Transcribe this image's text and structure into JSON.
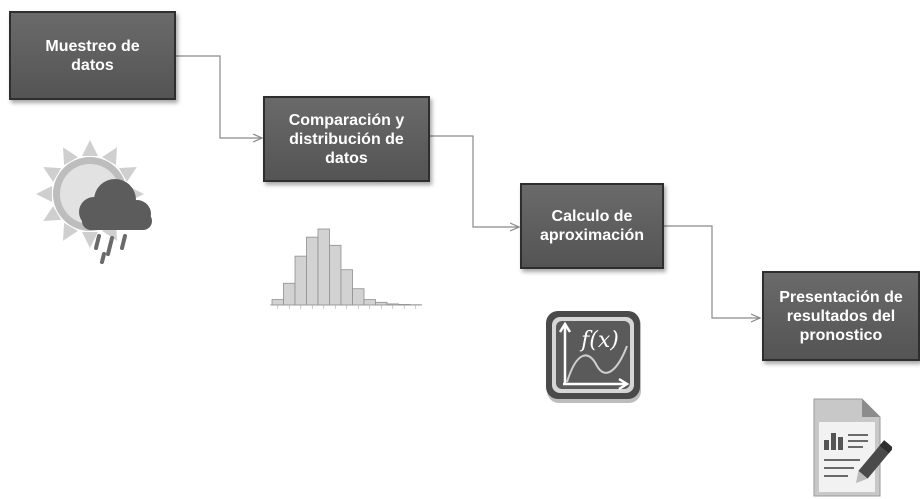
{
  "steps": [
    {
      "label": "Muestreo de\ndatos"
    },
    {
      "label": "Comparación y\ndistribución de\ndatos"
    },
    {
      "label": "Calculo de\naproximación"
    },
    {
      "label": "Presentación de\nresultados del\npronostico"
    }
  ],
  "icons": {
    "weather": "weather-sun-cloud-rain-icon",
    "histogram": "histogram-icon",
    "function": "function-graph-icon",
    "report": "report-document-icon"
  },
  "function_icon_text": "f(x)",
  "histogram": {
    "values": [
      2,
      8,
      18,
      25,
      28,
      22,
      13,
      6,
      2,
      1,
      0.4,
      0.2,
      0.1
    ]
  },
  "colors": {
    "box_fill": "#5f5f5f",
    "box_border": "#2e2e2e",
    "connector": "#8a8a8a",
    "text": "#ffffff"
  }
}
